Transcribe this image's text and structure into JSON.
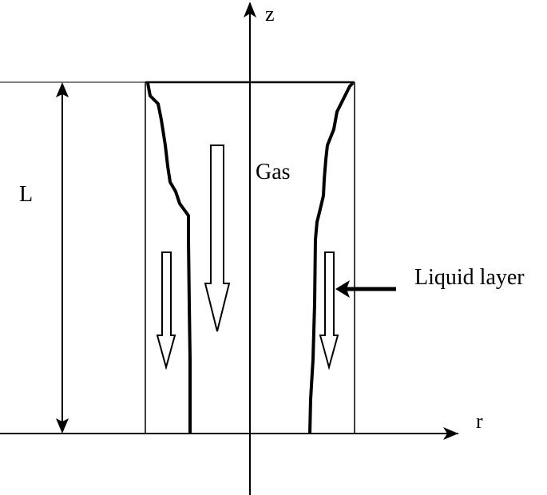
{
  "labels": {
    "z_axis": "z",
    "r_axis": "r",
    "length": "L",
    "gas": "Gas",
    "liquid_layer": "Liquid layer"
  },
  "colors": {
    "stroke": "#000000",
    "background": "#ffffff",
    "arrow_fill": "#ffffff"
  }
}
